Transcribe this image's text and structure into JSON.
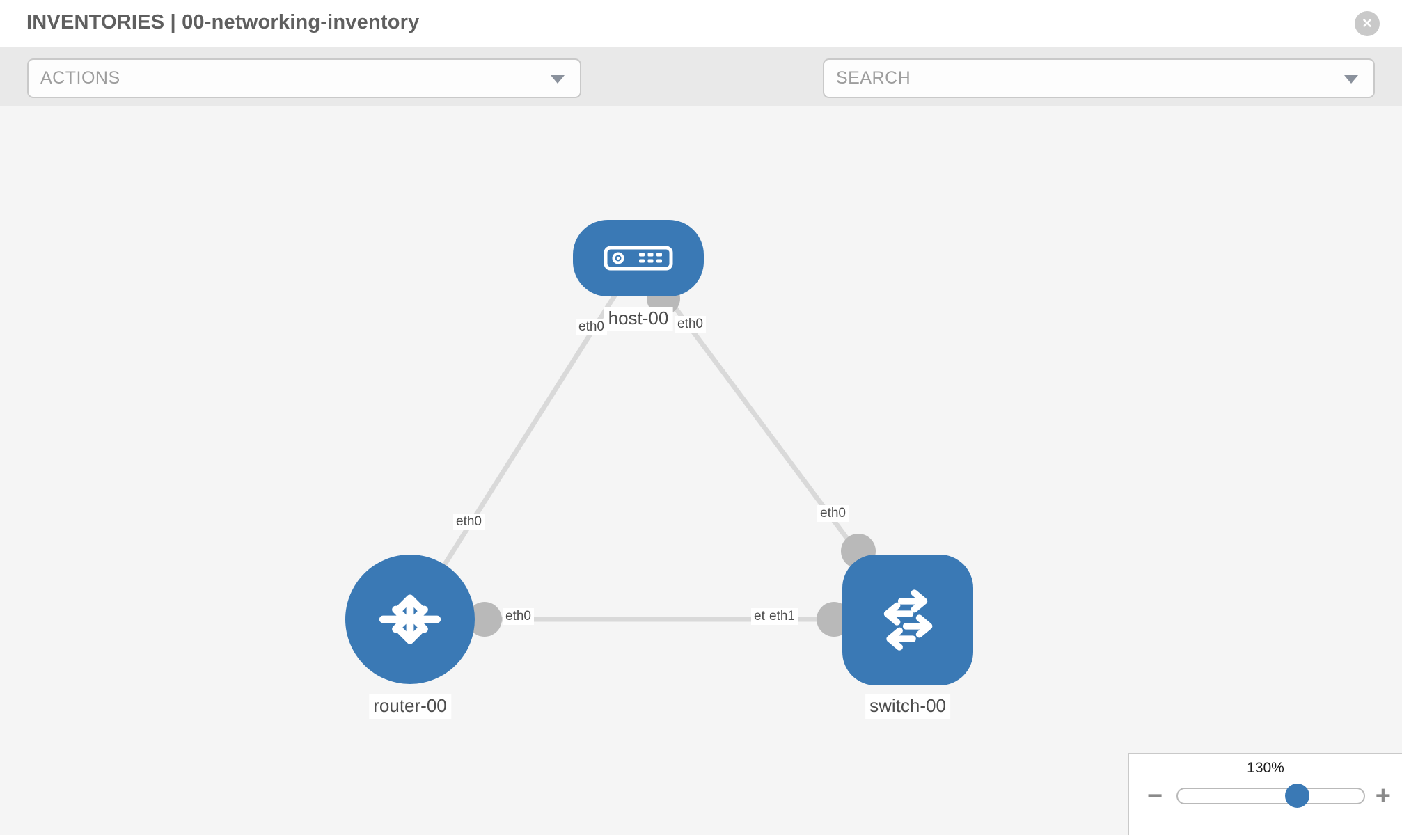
{
  "header": {
    "title": "INVENTORIES | 00-networking-inventory",
    "close_label": "✕"
  },
  "toolbar": {
    "actions_placeholder": "ACTIONS",
    "search_placeholder": "SEARCH",
    "icons": [
      "wrench-icon",
      "key-icon"
    ]
  },
  "topology": {
    "nodes": [
      {
        "id": "host-00",
        "type": "host",
        "label": "host-00"
      },
      {
        "id": "router-00",
        "type": "router",
        "label": "router-00"
      },
      {
        "id": "switch-00",
        "type": "switch",
        "label": "switch-00"
      }
    ],
    "links": [
      {
        "from": "host-00",
        "from_interface": "eth0",
        "to": "router-00",
        "to_interface": "eth0"
      },
      {
        "from": "host-00",
        "from_interface": "eth0",
        "to": "switch-00",
        "to_interface": "eth0"
      },
      {
        "from": "router-00",
        "from_interface": "eth0",
        "to": "switch-00",
        "to_interface": "eth1"
      }
    ],
    "interface_labels": {
      "host_router_host_side": "eth0",
      "host_router_router_side": "eth0",
      "host_switch_host_side": "eth0",
      "host_switch_switch_side": "eth0",
      "router_switch_router_side": "eth0",
      "router_switch_switch_side_back": "eth1",
      "router_switch_switch_side_front": "eth1"
    }
  },
  "zoom_control": {
    "level": "130%",
    "zoom_out_label": "−",
    "zoom_in_label": "+"
  },
  "colors": {
    "node_blue": "#3a79b5",
    "link_gray": "#d9d9d9",
    "port_gray": "#b9b9b9",
    "canvas_bg": "#f5f5f5"
  }
}
